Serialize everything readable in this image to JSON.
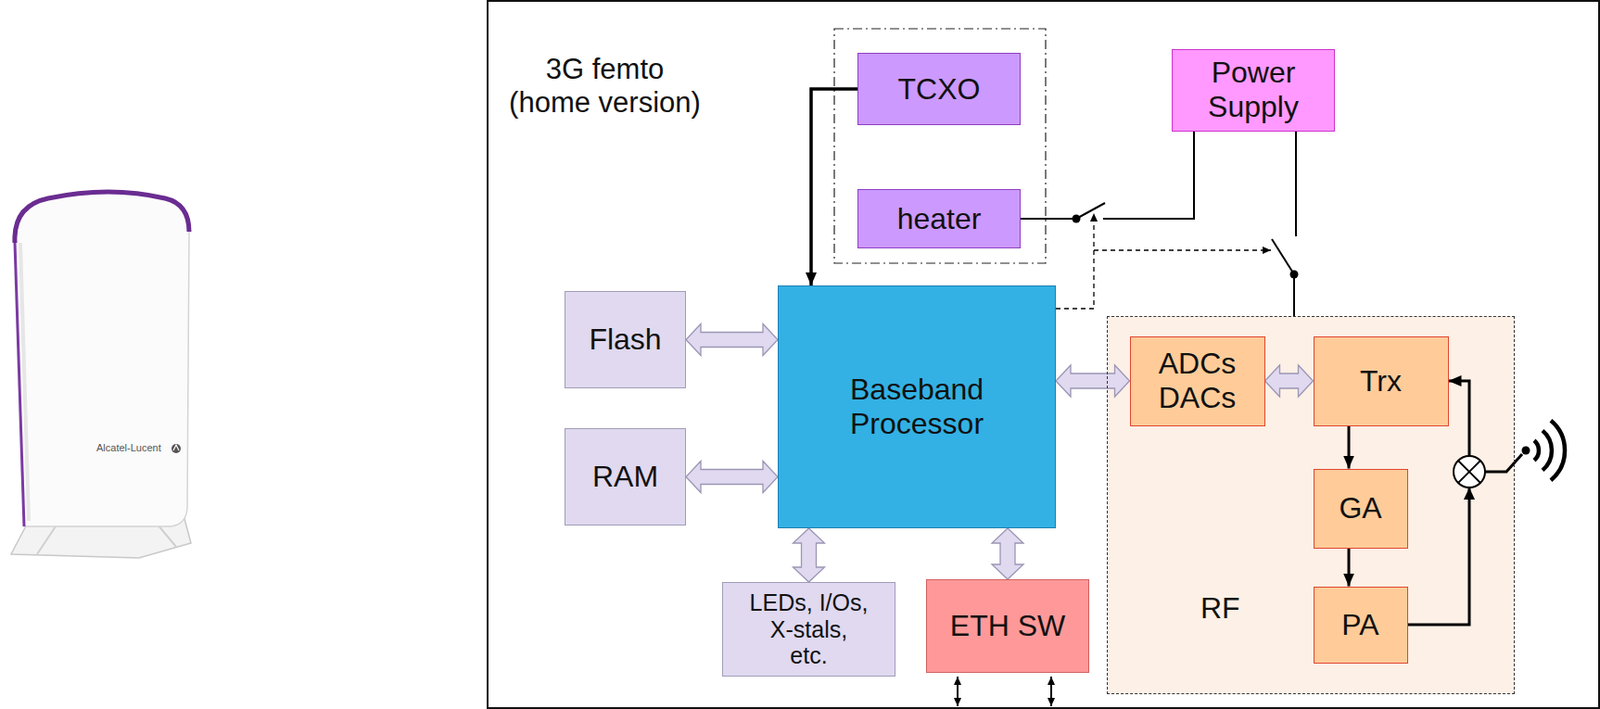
{
  "diagram": {
    "nodes": [
      {
        "text": [
          "3G femto (home version)"
        ]
      },
      {
        "text": [
          "TCXO"
        ],
        "in": 0
      },
      {
        "text": [
          "Power Supply"
        ],
        "in": 0
      },
      {
        "text": [
          "heater"
        ],
        "in": 0
      },
      {
        "text": [
          "Flash"
        ],
        "in": 0
      },
      {
        "text": [
          "Baseband Processor"
        ],
        "in": 0
      },
      {
        "text": [
          "RF"
        ],
        "in": 0
      },
      {
        "text": [
          "ADCs DACs"
        ],
        "in": 6
      },
      {
        "text": [
          "Trx"
        ],
        "in": 6
      },
      {
        "text": [
          "GA"
        ],
        "in": 6
      },
      {
        "text": [
          "PA"
        ],
        "in": 6
      },
      {
        "text": [
          "RAM"
        ],
        "in": 0
      },
      {
        "text": [
          "LEDs, I/Os, X-stals, etc."
        ],
        "in": 0
      },
      {
        "text": [
          "ETH SW"
        ],
        "in": 0
      }
    ],
    "edges": [
      {
        "from": 1,
        "to": 5,
        "arrow": "to"
      },
      {
        "from": 3,
        "to": 2,
        "arrow": "none"
      },
      {
        "from": 2,
        "to": 6,
        "arrow": "none"
      },
      {
        "from": 4,
        "to": 5,
        "arrow": "both"
      },
      {
        "from": 11,
        "to": 5,
        "arrow": "both"
      },
      {
        "from": 5,
        "to": 12,
        "arrow": "both"
      },
      {
        "from": 5,
        "to": 13,
        "arrow": "both"
      },
      {
        "from": 5,
        "to": 7,
        "arrow": "both"
      },
      {
        "from": 7,
        "to": 8,
        "arrow": "both"
      },
      {
        "from": 8,
        "to": 9,
        "arrow": "to"
      },
      {
        "from": 9,
        "to": 10,
        "arrow": "to"
      },
      {
        "from": 10,
        "to": 8,
        "arrow": "to"
      }
    ],
    "labels": [
      "Alcatel-Lucent"
    ]
  }
}
